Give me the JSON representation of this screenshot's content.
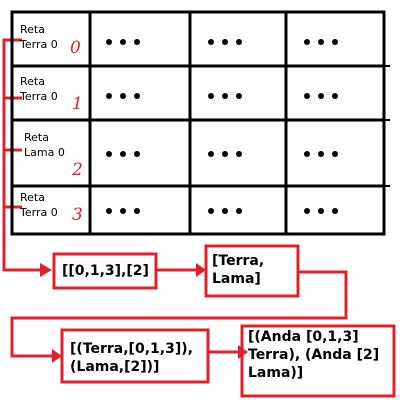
{
  "grid": {
    "rows": [
      {
        "label": "Reta\nTerra 0",
        "index": "0"
      },
      {
        "label": "Reta\nTerra 0",
        "index": "1"
      },
      {
        "label": "Reta\nLama 0",
        "index": "2"
      },
      {
        "label": "Reta\nTerra 0",
        "index": "3"
      }
    ],
    "dots": "• • •"
  },
  "flow": {
    "step1": "[[0,1,3],[2]",
    "step2": "[Terra,\nLama]",
    "step3": "[(Terra,[0,1,3]),\n(Lama,[2])]",
    "step4": "[(Anda [0,1,3]\nTerra), (Anda [2]\nLama)]"
  },
  "colors": {
    "grid": "#000000",
    "flow": "#e0212b"
  }
}
